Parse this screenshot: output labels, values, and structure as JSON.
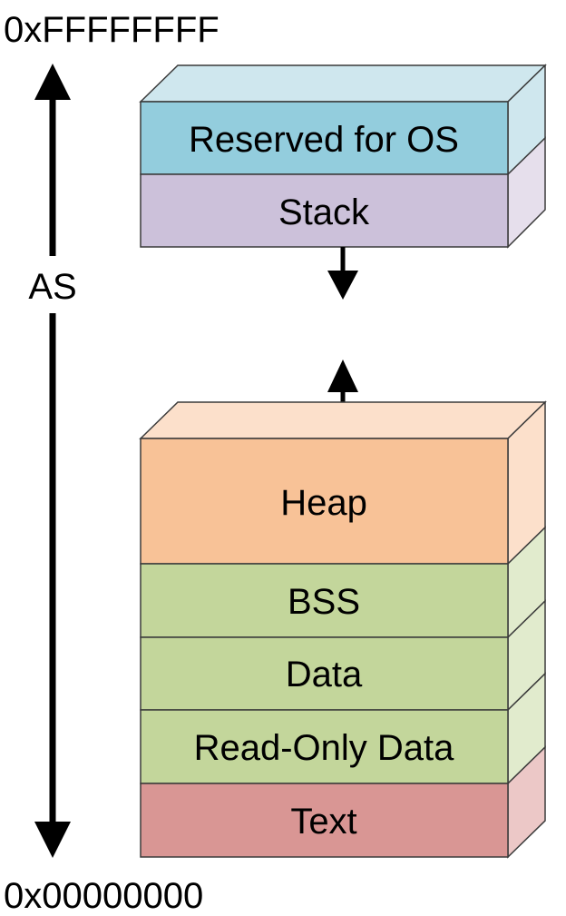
{
  "address_top": "0xFFFFFFFF",
  "address_bottom": "0x00000000",
  "axis_label": "AS",
  "upper_block": {
    "segments": [
      {
        "label": "Reserved for OS",
        "color": "#93cddd",
        "side_color": "#cfe7ee"
      },
      {
        "label": "Stack",
        "color": "#ccc1da",
        "side_color": "#e6dfec"
      }
    ],
    "growth_arrow": "down"
  },
  "lower_block": {
    "growth_arrow": "up",
    "segments": [
      {
        "label": "Heap",
        "color": "#f8c297",
        "side_color": "#fce0cb"
      },
      {
        "label": "BSS",
        "color": "#c3d69b",
        "side_color": "#e1ebcd"
      },
      {
        "label": "Data",
        "color": "#c3d69b",
        "side_color": "#e1ebcd"
      },
      {
        "label": "Read-Only Data",
        "color": "#c3d69b",
        "side_color": "#e1ebcd"
      },
      {
        "label": "Text",
        "color": "#d99694",
        "side_color": "#ecc8c7"
      }
    ]
  }
}
